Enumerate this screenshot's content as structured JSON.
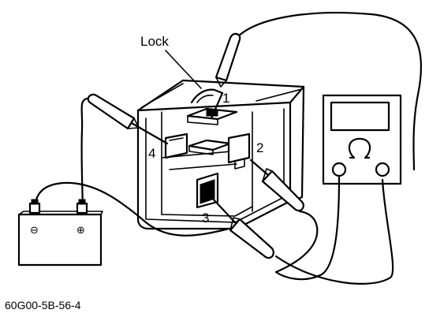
{
  "diagram": {
    "lock_label": "Lock",
    "terminal_1": "1",
    "terminal_2": "2",
    "terminal_3": "3",
    "terminal_4": "4",
    "battery_negative": "⊖",
    "battery_positive": "⊕",
    "figure_code": "60G00-5B-56-4"
  }
}
